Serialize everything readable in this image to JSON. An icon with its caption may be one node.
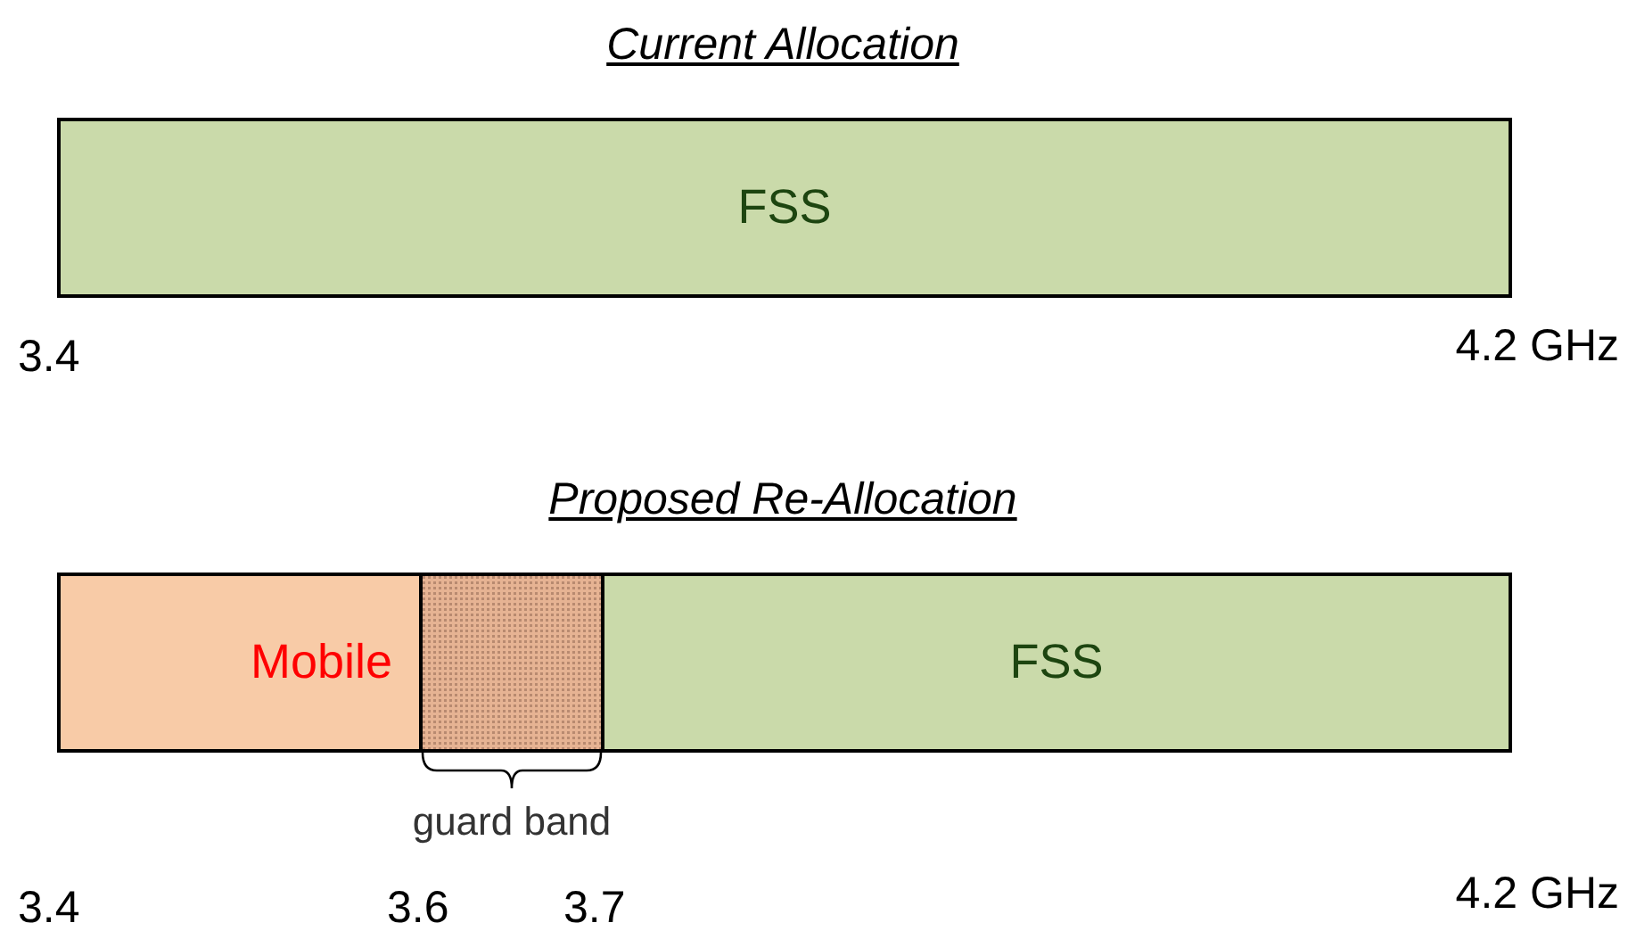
{
  "diagram": {
    "nodes": [
      {
        "text": [
          "FSS"
        ]
      },
      {
        "text": [
          "Mobile"
        ]
      },
      {
        "text": [],
        "shape": "box",
        "beside": [
          "guard band"
        ]
      },
      {
        "text": [
          "FSS"
        ]
      }
    ],
    "labels": [
      "Current Allocation",
      "3.4",
      "4.2 GHz",
      "Proposed Re-Allocation",
      "3.4",
      "3.6",
      "3.7",
      "4.2 GHz"
    ]
  }
}
